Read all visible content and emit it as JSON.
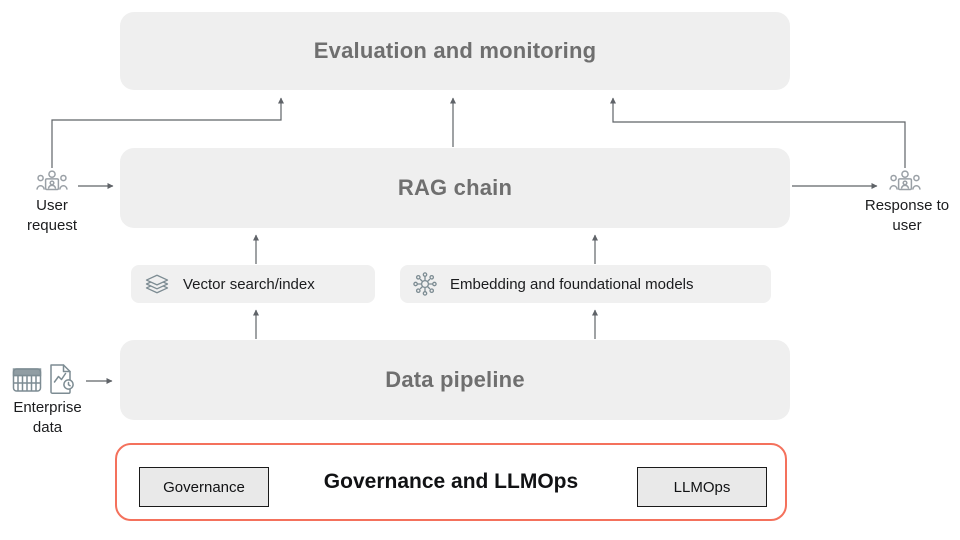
{
  "boxes": {
    "evaluation": {
      "label": "Evaluation and monitoring"
    },
    "rag_chain": {
      "label": "RAG chain"
    },
    "vector_search": {
      "label": "Vector search/index",
      "icon": "layers-icon"
    },
    "embedding": {
      "label": "Embedding and foundational models",
      "icon": "ai-network-icon"
    },
    "data_pipeline": {
      "label": "Data pipeline"
    }
  },
  "governance": {
    "title": "Governance and LLMOps",
    "left_box_label": "Governance",
    "right_box_label": "LLMOps",
    "border_color": "#f4715c"
  },
  "annotations": {
    "user_request": {
      "label": "User request",
      "icon": "user-group-icon"
    },
    "response_to_user": {
      "label": "Response to user",
      "icon": "user-group-icon"
    },
    "enterprise_data": {
      "label": "Enterprise data",
      "icons": [
        "table-icon",
        "report-chart-icon"
      ]
    }
  },
  "colors": {
    "box_fill": "#efefef",
    "box_label_text": "#6f6f6f",
    "dark_text": "#1b1c1e",
    "arrow": "#5f6368",
    "governance_accent": "#f4715c",
    "icon_stroke": "#7d8c93"
  }
}
